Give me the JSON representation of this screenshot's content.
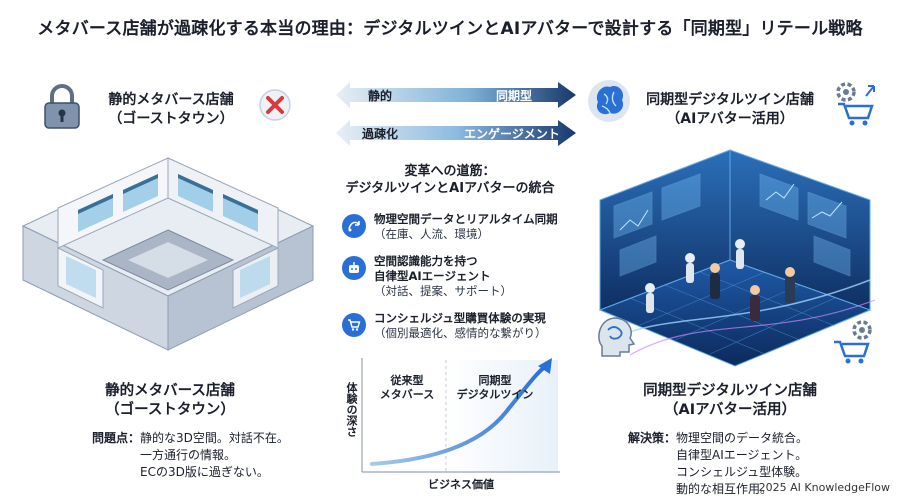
{
  "title": "メタバース店舗が過疎化する本当の理由：デジタルツインとAIアバターで設計する「同期型」リテール戦略",
  "left": {
    "heading_line1": "静的メタバース店舗",
    "heading_line2": "（ゴーストタウン）",
    "bottom_heading_line1": "静的メタバース店舗",
    "bottom_heading_line2": "（ゴーストタウン）",
    "problem_label": "問題点：",
    "problem_lines": [
      "静的な3D空間。対話不在。",
      "一方通行の情報。",
      "ECの3D版に過ぎない。"
    ]
  },
  "right": {
    "heading_line1": "同期型デジタルツイン店舗",
    "heading_line2": "（AIアバター活用）",
    "bottom_heading_line1": "同期型デジタルツイン店舗",
    "bottom_heading_line2": "（AIアバター活用）",
    "solution_label": "解決策：",
    "solution_lines": [
      "物理空間のデータ統合。",
      "自律型AIエージェント。",
      "コンシェルジュ型体験。",
      "動的な相互作用。"
    ]
  },
  "arrows": [
    {
      "from": "静的",
      "to": "同期型"
    },
    {
      "from": "過疎化",
      "to": "エンゲージメント"
    }
  ],
  "path": {
    "heading_line1": "変革への道筋：",
    "heading_line2": "デジタルツインとAIアバターの統合",
    "features": [
      {
        "icon": "sync-icon",
        "line1": "物理空間データとリアルタイム同期",
        "line2": "（在庫、人流、環境）"
      },
      {
        "icon": "robot-icon",
        "line1": "空間認識能力を持つ",
        "line1b": "自律型AIエージェント",
        "line2": "（対話、提案、サポート）"
      },
      {
        "icon": "cart-icon",
        "line1": "コンシェルジュ型購買体験の実現",
        "line2": "（個別最適化、感情的な繋がり）"
      }
    ]
  },
  "chart_data": {
    "type": "line",
    "xlabel": "ビジネス価値",
    "ylabel": "体験の深さ",
    "regions": [
      {
        "line1": "従来型",
        "line2": "メタバース"
      },
      {
        "line1": "同期型",
        "line2": "デジタルツイン"
      }
    ]
  },
  "footer": "2025 AI KnowledgeFlow",
  "colors": {
    "accent": "#2a6fd6",
    "arrow_dark": "#17386b",
    "red_x": "#d63c3c"
  }
}
